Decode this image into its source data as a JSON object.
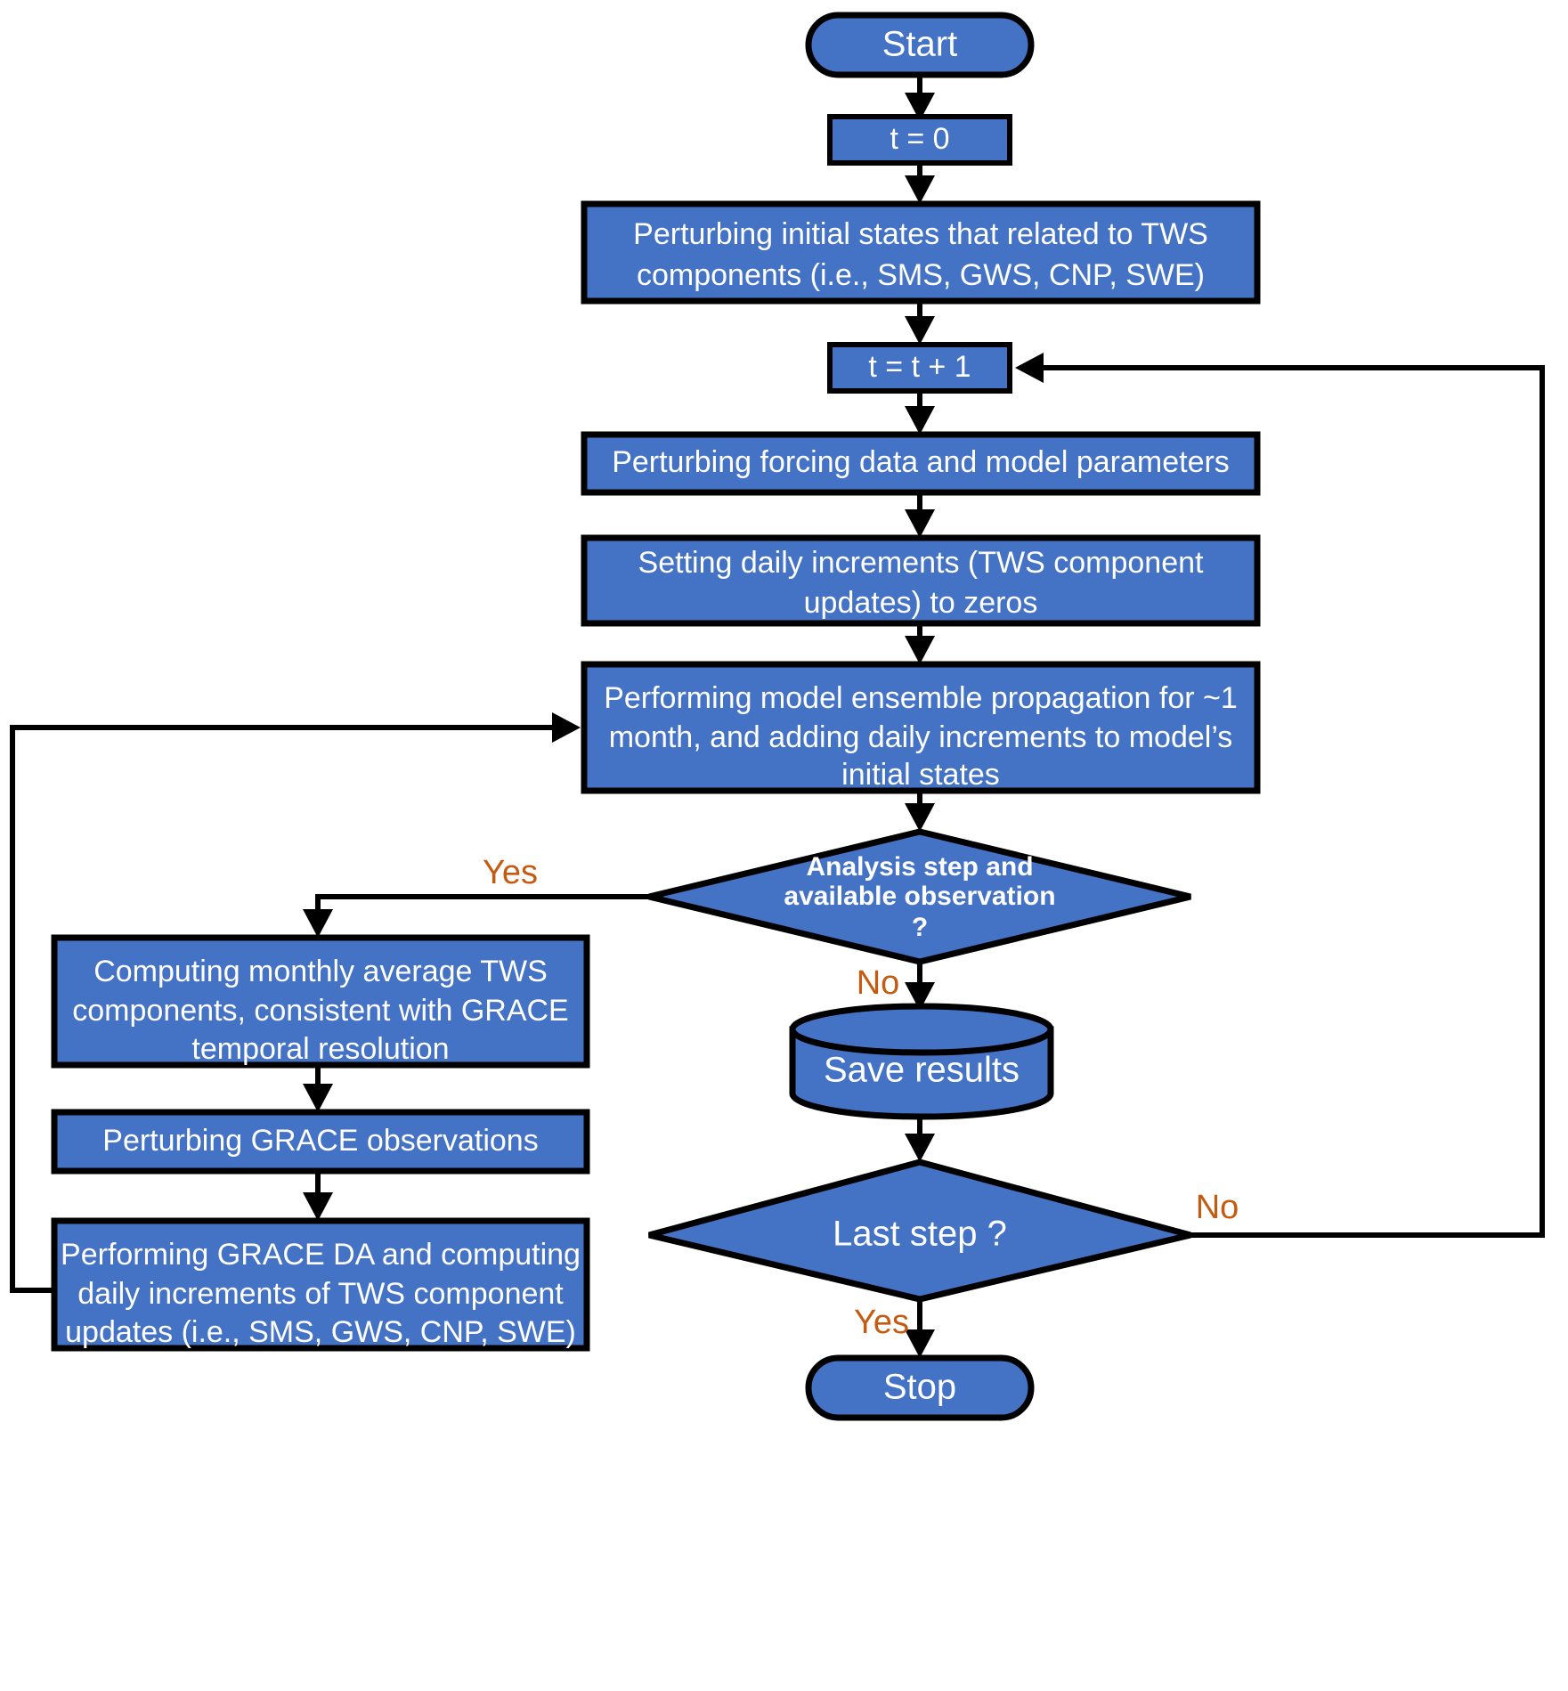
{
  "diagram": {
    "title": "GRACE Data Assimilation Workflow Flowchart",
    "colors": {
      "node_fill": "#4472C4",
      "node_stroke": "#000000",
      "node_text": "#FFFFFF",
      "edge_label": "#C55A11",
      "background": "#FFFFFF"
    },
    "nodes": {
      "start": {
        "label": "Start",
        "shape": "stadium"
      },
      "t_init": {
        "label": "t = 0",
        "label_var": "t",
        "label_rest": " = 0",
        "shape": "rectangle"
      },
      "perturb_initial": {
        "line1": "Perturbing initial states that related to TWS",
        "line2": "components (i.e., SMS, GWS, CNP, SWE)",
        "shape": "rectangle"
      },
      "t_increment": {
        "label_var": "t",
        "label_rest": " = ",
        "label_var2": "t",
        "label_rest2": " + 1",
        "shape": "rectangle"
      },
      "perturb_forcing": {
        "line1": "Perturbing forcing data and model parameters",
        "shape": "rectangle"
      },
      "set_zero": {
        "line1": "Setting daily increments (TWS component",
        "line2": "updates) to zeros",
        "shape": "rectangle"
      },
      "propagate": {
        "line1": "Performing model ensemble propagation for ~1",
        "line2": "month, and adding daily increments to model’s",
        "line3": "initial states",
        "shape": "rectangle"
      },
      "decision_analysis": {
        "line1": "Analysis step and",
        "line2": "available observation",
        "line3": "?",
        "shape": "diamond"
      },
      "compute_monthly": {
        "line1": "Computing monthly average TWS",
        "line2": "components, consistent with GRACE",
        "line3": "temporal resolution",
        "shape": "rectangle"
      },
      "perturb_grace": {
        "line1": "Perturbing GRACE observations",
        "shape": "rectangle"
      },
      "grace_da": {
        "line1": "Performing GRACE DA and computing",
        "line2": "daily increments of TWS component",
        "line3": "updates (i.e., SMS, GWS, CNP, SWE)",
        "shape": "rectangle"
      },
      "save_results": {
        "label": "Save results",
        "shape": "cylinder"
      },
      "decision_last": {
        "label": "Last step ?",
        "shape": "diamond"
      },
      "stop": {
        "label": "Stop",
        "shape": "stadium"
      }
    },
    "edge_labels": {
      "analysis_yes": "Yes",
      "analysis_no": "No",
      "last_no": "No",
      "last_yes": "Yes"
    }
  }
}
